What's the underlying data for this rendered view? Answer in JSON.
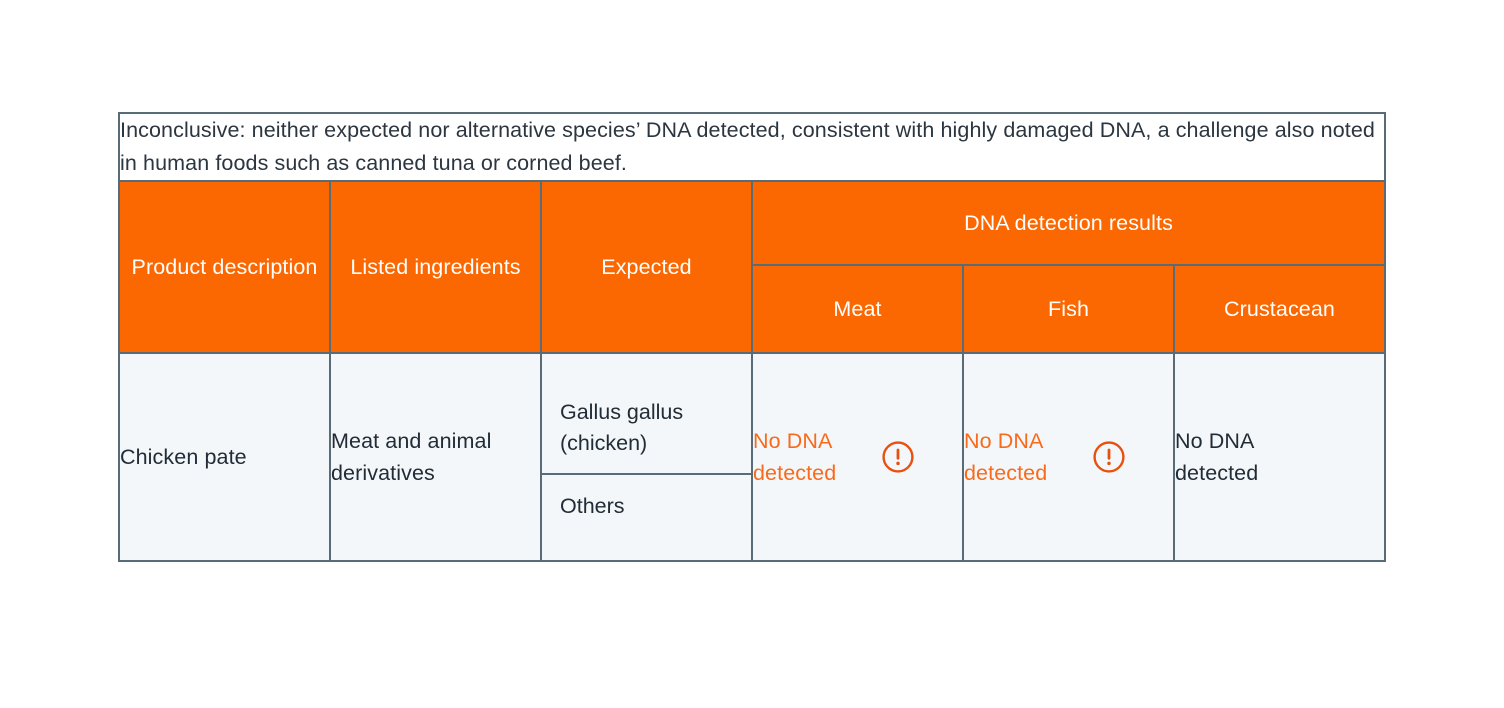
{
  "note": {
    "text": "Inconclusive: neither expected nor alternative species’ DNA detected, consistent with highly damaged DNA, a challenge also noted in human foods such as canned tuna or corned beef."
  },
  "table": {
    "headers": {
      "product_description": "Product description",
      "listed_ingredients": "Listed ingredients",
      "expected": "Expected",
      "dna_group": "DNA detection results",
      "meat": "Meat",
      "fish": "Fish",
      "crustacean": "Crustacean"
    },
    "rows": [
      {
        "product_description": "Chicken pate",
        "listed_ingredients": "Meat and animal derivatives",
        "expected_primary": "Gallus gallus (chicken)",
        "expected_secondary": "Others",
        "meat": {
          "text": "No DNA detected",
          "alert": true,
          "icon": "warning-circle-icon"
        },
        "fish": {
          "text": "No DNA detected",
          "alert": true,
          "icon": "warning-circle-icon"
        },
        "crustacean": {
          "text": "No DNA detected",
          "alert": false,
          "icon": null
        }
      }
    ]
  },
  "colors": {
    "header_orange": "#fb6700",
    "alert_orange": "#f96a1b",
    "icon_orange": "#e8500f",
    "border_gray": "#5a6b78",
    "body_fill": "#f3f7fa",
    "text_dark": "#222c36"
  }
}
